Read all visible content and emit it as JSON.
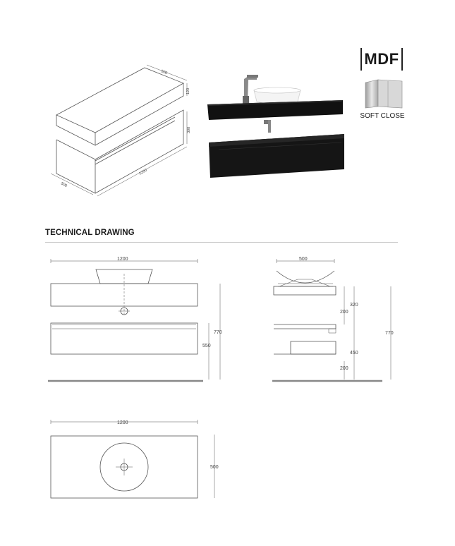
{
  "section_title": "TECHNICAL DRAWING",
  "badge": {
    "material": "MDF",
    "feature": "SOFT CLOSE"
  },
  "iso_dims": {
    "depth_top": "500",
    "thick_top": "120",
    "height_drawer": "300",
    "width": "1200",
    "depth_bottom": "500"
  },
  "front_view": {
    "width": "1200",
    "height_total": "770",
    "height_unit": "550"
  },
  "side_view": {
    "depth": "500",
    "dim_320": "320",
    "dim_200_top": "200",
    "dim_770": "770",
    "dim_450": "450",
    "dim_200_bottom": "200"
  },
  "top_view": {
    "width": "1200",
    "depth": "500"
  },
  "colors": {
    "cabinet": "#151515",
    "line": "#555555",
    "dim_line": "#444444"
  }
}
